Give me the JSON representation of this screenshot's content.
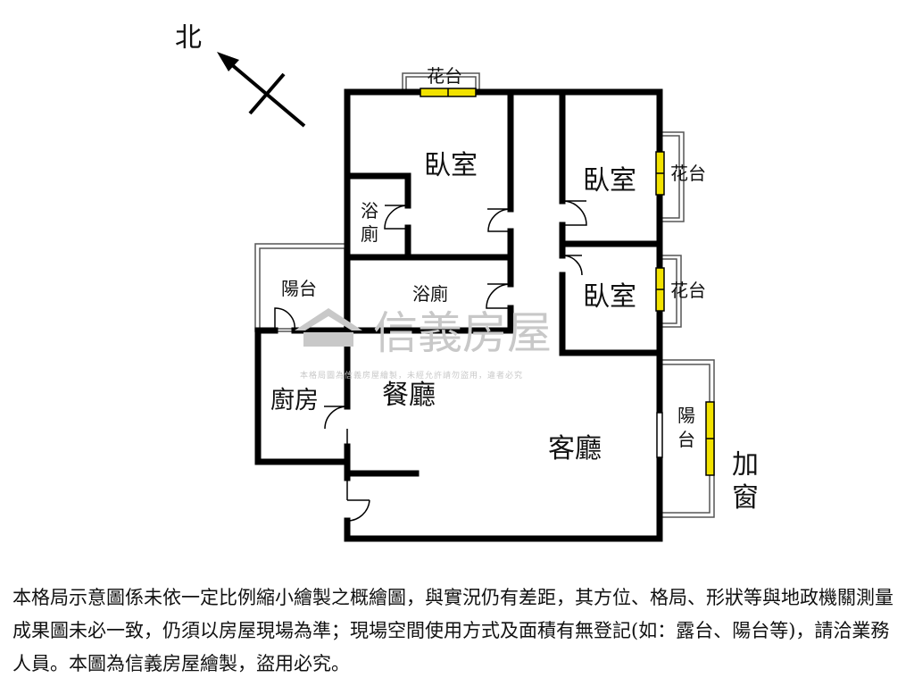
{
  "compass": {
    "label": "北"
  },
  "rooms": {
    "bedroom_top": "臥室",
    "bedroom_right_top": "臥室",
    "bedroom_right_bottom": "臥室",
    "bath_small_line1": "浴",
    "bath_small_line2": "廁",
    "bath_middle": "浴廁",
    "balcony_left": "陽台",
    "kitchen": "廚房",
    "dining": "餐廳",
    "living": "客廳",
    "balcony_right_line1": "陽",
    "balcony_right_line2": "台",
    "planter_top": "花台",
    "planter_right_top": "花台",
    "planter_right_bottom": "花台",
    "added_window_line1": "加",
    "added_window_line2": "窗"
  },
  "watermark": {
    "brand": "信義房屋",
    "notice": "本格局圖為信義房屋繪製，未經允許請勿盜用，違者必究"
  },
  "disclaimer": "本格局示意圖係未依一定比例縮小繪製之概繪圖，與實況仍有差距，其方位、格局、形狀等與地政機關測量成果圖未必一致，仍須以房屋現場為準；現場空間使用方式及面積有無登記(如：露台、陽台等)，請洽業務人員。本圖為信義房屋繪製，盜用必究。",
  "colors": {
    "wall": "#000000",
    "window": "#f2e200",
    "watermark": "#c8c8c8"
  }
}
